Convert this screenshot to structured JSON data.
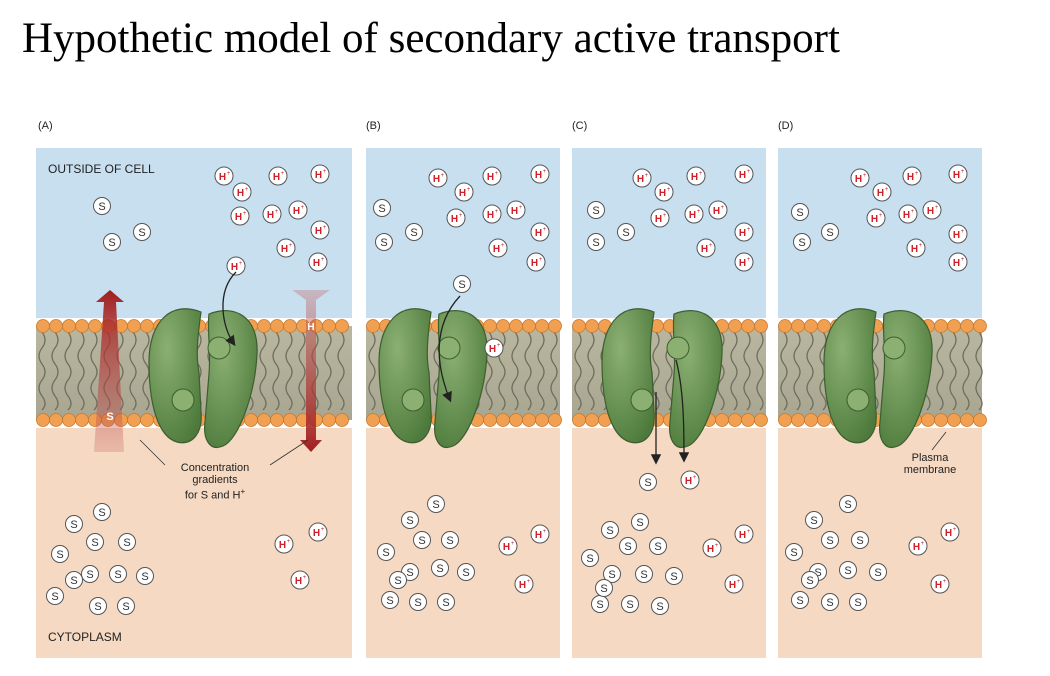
{
  "title": "Hypothetic model of secondary active transport",
  "panels": [
    {
      "label": "(A)"
    },
    {
      "label": "(B)"
    },
    {
      "label": "(C)"
    },
    {
      "label": "(D)"
    }
  ],
  "labels": {
    "outside": "OUTSIDE OF CELL",
    "cytoplasm": "CYTOPLASM",
    "gradient_line1": "Concentration",
    "gradient_line2": "gradients",
    "gradient_line3": "for S and H",
    "gradient_sup": "+",
    "plasma_line1": "Plasma",
    "plasma_line2": "membrane",
    "s_arrow": "S",
    "h_arrow": "H"
  },
  "molecules": {
    "substrate": "S",
    "proton": "H",
    "proton_sup": "+"
  },
  "colors": {
    "outside": "#c8dff0",
    "cytoplasm": "#f5d9c2",
    "lipid_head": "#f0a050",
    "protein": "#5e8a4c",
    "proton_text": "#d0202a",
    "s_gradient": "#8b2020",
    "h_gradient": "#8b2020"
  }
}
